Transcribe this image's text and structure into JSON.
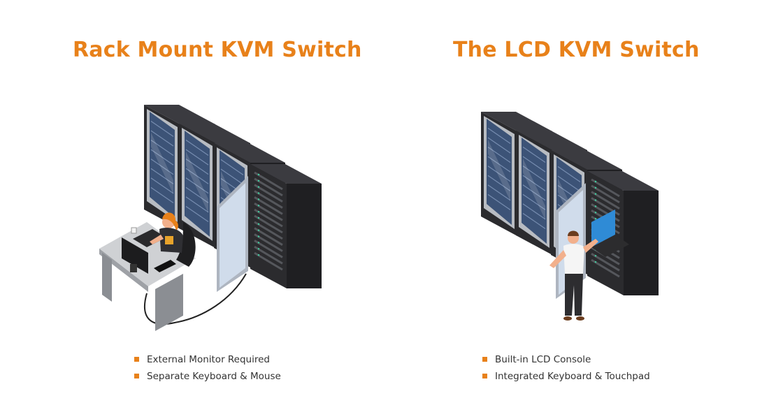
{
  "colors": {
    "accent": "#e8811a",
    "text": "#333333",
    "rack_dark": "#2b2b2e",
    "rack_frame": "#b8bcc2",
    "glass": "#3c5377",
    "monitor_screen": "#2f8bd6"
  },
  "left": {
    "title": "Rack Mount KVM Switch",
    "bullets": [
      "External Monitor Required",
      "Separate Keyboard & Mouse"
    ],
    "illustration": {
      "name": "rack-mount-kvm-illustration",
      "icons": [
        "server-rack-icon",
        "desk-icon",
        "external-monitor-icon",
        "keyboard-icon",
        "mouse-icon",
        "coffee-cup-icon",
        "operator-seated-icon",
        "kvm-cable-icon"
      ]
    }
  },
  "right": {
    "title": "The LCD KVM Switch",
    "bullets": [
      "Built-in LCD Console",
      "Integrated Keyboard & Touchpad"
    ],
    "illustration": {
      "name": "lcd-kvm-illustration",
      "icons": [
        "server-rack-icon",
        "lcd-console-icon",
        "operator-standing-icon"
      ]
    }
  }
}
